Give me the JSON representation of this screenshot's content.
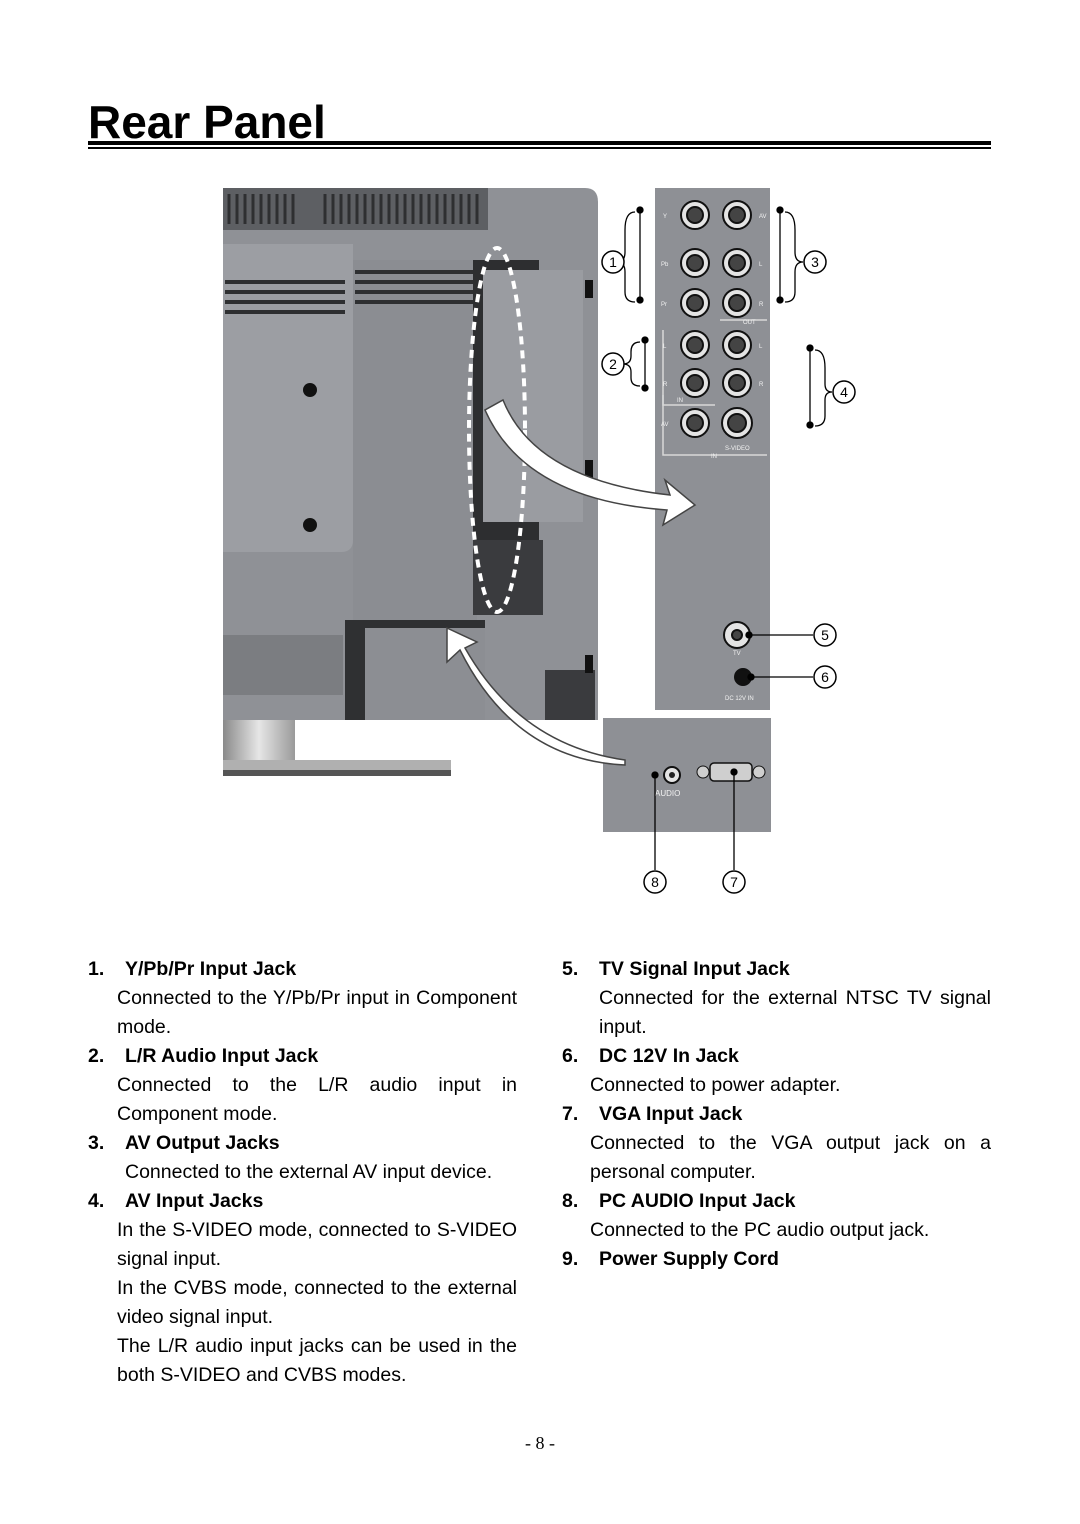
{
  "page": {
    "title": "Rear Panel",
    "page_number": "- 8 -"
  },
  "figure": {
    "callouts": [
      "1",
      "2",
      "3",
      "4",
      "5",
      "6",
      "7",
      "8"
    ],
    "panel_labels": {
      "y": "Y",
      "pb": "Pb",
      "pr": "Pr",
      "av": "AV",
      "l": "L",
      "r": "R",
      "out": "OUT",
      "in": "IN",
      "av_in": "AV",
      "svideo": "S-VIDEO",
      "tv": "TV",
      "dc": "DC 12V IN",
      "audio": "AUDIO"
    }
  },
  "items": [
    {
      "num": "1.",
      "title": "Y/Pb/Pr Input Jack",
      "paragraphs": [
        "Connected to the Y/Pb/Pr input in Component mode."
      ]
    },
    {
      "num": "2.",
      "title": "L/R Audio Input Jack",
      "paragraphs": [
        "Connected to the L/R audio input in Component mode."
      ]
    },
    {
      "num": "3.",
      "title": "AV Output Jacks",
      "paragraphs": [
        "Connected to the external AV input device."
      ]
    },
    {
      "num": "4.",
      "title": "AV Input Jacks",
      "paragraphs": [
        "In the S-VIDEO mode, connected to S-VIDEO signal input.",
        "In the CVBS mode, connected to the external video signal input.",
        "The L/R audio input jacks can be used in the both S-VIDEO and CVBS modes."
      ]
    },
    {
      "num": "5.",
      "title": "TV Signal Input Jack",
      "paragraphs": [
        "Connected for the external NTSC TV signal input."
      ]
    },
    {
      "num": "6.",
      "title": "DC 12V In Jack",
      "paragraphs": [
        "Connected to power adapter."
      ]
    },
    {
      "num": "7.",
      "title": "VGA Input Jack",
      "paragraphs": [
        "Connected to the VGA output jack on a personal computer."
      ]
    },
    {
      "num": "8.",
      "title": "PC AUDIO Input Jack",
      "paragraphs": [
        "Connected to the PC audio output jack."
      ]
    },
    {
      "num": "9.",
      "title": "Power Supply Cord",
      "paragraphs": []
    }
  ],
  "colors": {
    "tv_body": "#8d8f94",
    "tv_dark": "#3a3b3e",
    "panel": "#8e9095",
    "text": "#000000"
  }
}
